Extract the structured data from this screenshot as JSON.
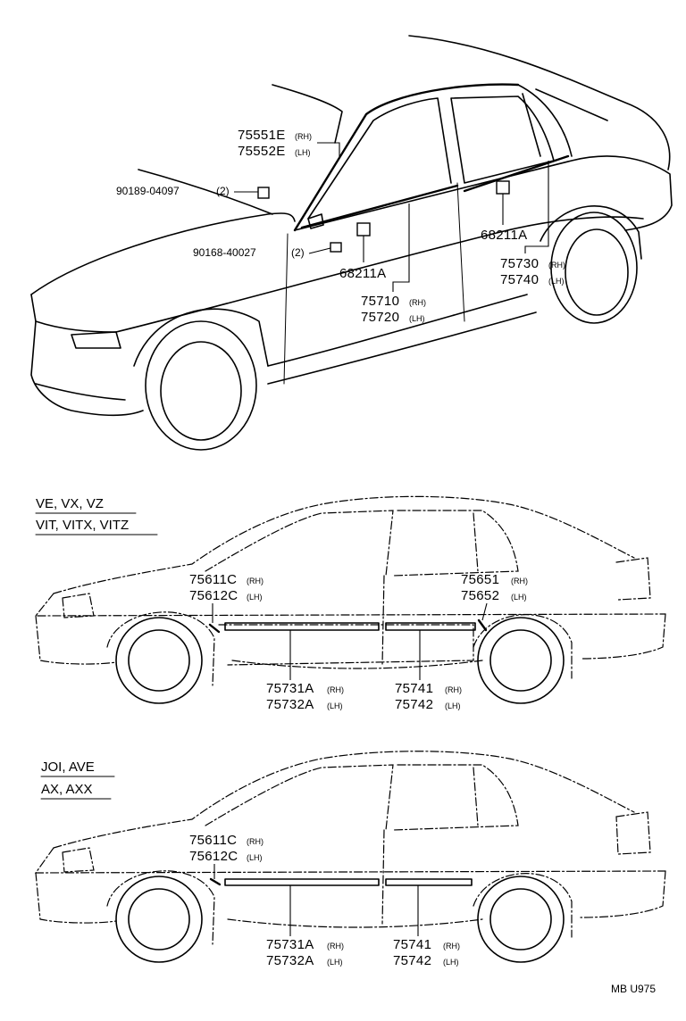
{
  "diagram_code": "MB U975",
  "top_view": {
    "windshield_molding": {
      "rh": "75551E",
      "lh": "75552E"
    },
    "screw_1": {
      "part": "90189-04097",
      "qty": "(2)"
    },
    "screw_2": {
      "part": "90168-40027",
      "qty": "(2)"
    },
    "clip_front": "68211A",
    "clip_rear": "68211A",
    "front_door_belt": {
      "rh": "75710",
      "lh": "75720"
    },
    "rear_door_belt": {
      "rh": "75730",
      "lh": "75740"
    }
  },
  "side_view_1": {
    "grades": [
      "VE, VX, VZ",
      "VIT, VITX, VITZ"
    ],
    "front_fender": {
      "rh": "75611C",
      "lh": "75612C"
    },
    "rear_quarter": {
      "rh": "75651",
      "lh": "75652"
    },
    "front_door": {
      "rh": "75731A",
      "lh": "75732A"
    },
    "rear_door": {
      "rh": "75741",
      "lh": "75742"
    }
  },
  "side_view_2": {
    "grades": [
      "JOI, AVE",
      "AX, AXX"
    ],
    "front_fender": {
      "rh": "75611C",
      "lh": "75612C"
    },
    "front_door": {
      "rh": "75731A",
      "lh": "75732A"
    },
    "rear_door": {
      "rh": "75741",
      "lh": "75742"
    }
  },
  "side_labels": {
    "rh": "(RH)",
    "lh": "(LH)"
  }
}
